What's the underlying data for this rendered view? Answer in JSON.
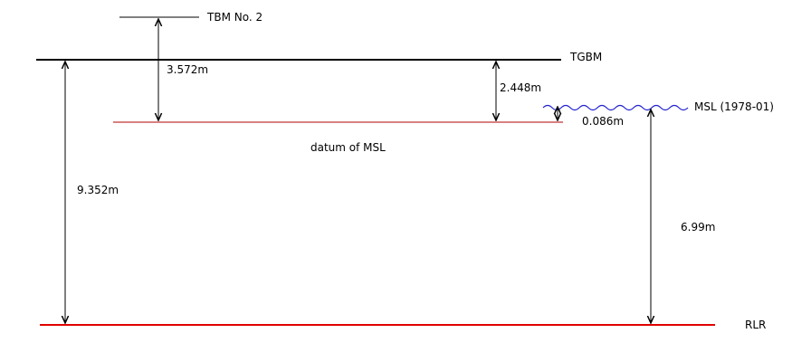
{
  "labels": {
    "tbm": "TBM No. 2",
    "tgbm": "TGBM",
    "msl_level": "MSL (1978-01)",
    "datum": "datum of MSL",
    "rlr": "RLR",
    "tbm_to_datum": "3.572m",
    "tgbm_to_datum": "2.448m",
    "datum_to_msl": "0.086m",
    "tgbm_to_rlr": "9.352m",
    "msl_to_rlr": "6.99m"
  },
  "colors": {
    "black": "#000000",
    "red": "#e00000",
    "dark_red": "#b00000",
    "wave_blue": "#2020d0"
  }
}
